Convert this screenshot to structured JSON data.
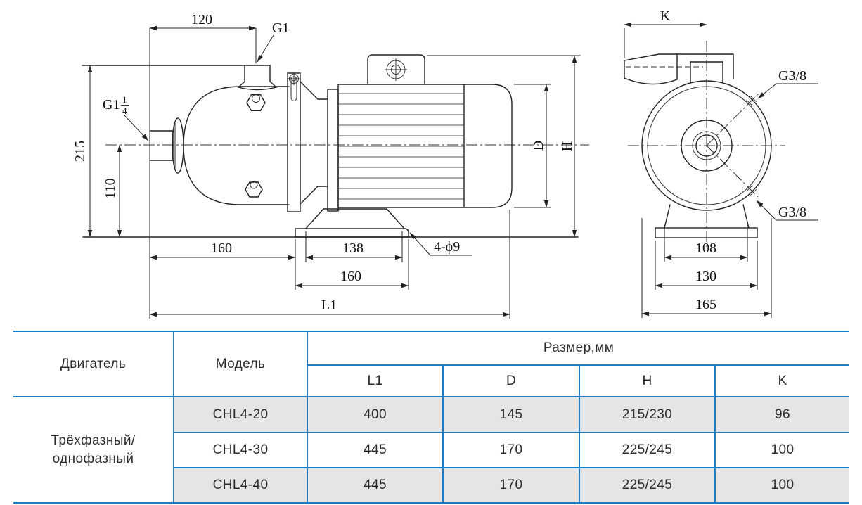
{
  "drawing": {
    "side": {
      "dim_120": "120",
      "g1": "G1",
      "g114_base": "G1",
      "g114_num": "1",
      "g114_den": "4",
      "dim_215": "215",
      "dim_110": "110",
      "dim_160_left": "160",
      "dim_138": "138",
      "dim_160_base": "160",
      "dim_l1": "L1",
      "holes": "4-ϕ9",
      "dim_d": "D",
      "dim_h": "H"
    },
    "end": {
      "dim_k": "K",
      "g38_top": "G3/8",
      "g38_bottom": "G3/8",
      "dim_108": "108",
      "dim_130": "130",
      "dim_165": "165"
    }
  },
  "table": {
    "header": {
      "engine": "Двигатель",
      "model": "Модель",
      "size_group": "Размер,мм",
      "columns": [
        "L1",
        "D",
        "H",
        "K"
      ]
    },
    "engine_line1": "Трёхфазный/",
    "engine_line2": "однофазный",
    "rows": [
      {
        "model": "CHL4-20",
        "L1": "400",
        "D": "145",
        "H": "215/230",
        "K": "96"
      },
      {
        "model": "CHL4-30",
        "L1": "445",
        "D": "170",
        "H": "225/245",
        "K": "100"
      },
      {
        "model": "CHL4-40",
        "L1": "445",
        "D": "170",
        "H": "225/245",
        "K": "100"
      }
    ],
    "colors": {
      "border": "#1b7cc4",
      "shade": "#e5e5e7"
    }
  }
}
